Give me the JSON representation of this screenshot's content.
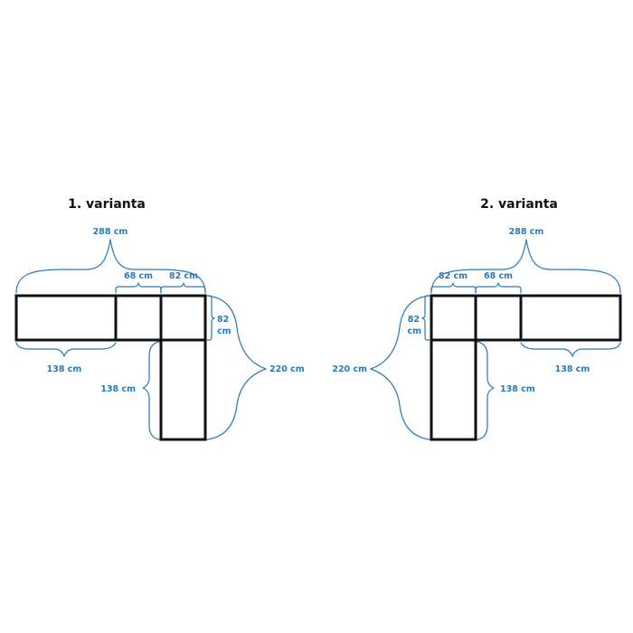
{
  "colors": {
    "outline": "#111111",
    "dimension": "#2a7ab8"
  },
  "variant1": {
    "title": "1. varianta",
    "dims": {
      "overall_width": "288 cm",
      "seat_68": "68 cm",
      "corner_82": "82 cm",
      "depth_82_a": "82",
      "depth_82_b": "cm",
      "long_bottom": "138 cm",
      "chaise_138": "138 cm",
      "overall_depth": "220 cm"
    }
  },
  "variant2": {
    "title": "2. varianta",
    "dims": {
      "overall_width": "288 cm",
      "corner_82": "82 cm",
      "seat_68": "68 cm",
      "depth_82_a": "82",
      "depth_82_b": "cm",
      "long_bottom": "138 cm",
      "chaise_138": "138 cm",
      "overall_depth": "220 cm"
    }
  }
}
